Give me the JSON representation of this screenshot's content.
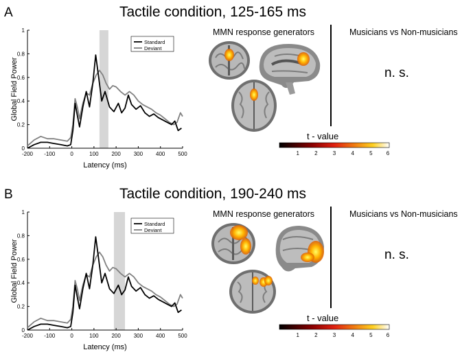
{
  "panels": [
    {
      "letter": "A",
      "title": "Tactile condition, 125-165 ms",
      "generators_label": "MMN response generators",
      "comparison_label": "Musicians vs Non-musicians",
      "result": "n. s.",
      "colorbar_title": "t - value",
      "colorbar_ticks": [
        "1",
        "2",
        "3",
        "4",
        "5",
        "6"
      ],
      "chart_data": {
        "type": "line",
        "ylabel": "Global Field Power",
        "xlabel": "Latency (ms)",
        "xlim": [
          -200,
          500
        ],
        "ylim": [
          0,
          1
        ],
        "xticks": [
          -200,
          -100,
          0,
          100,
          200,
          300,
          400,
          500
        ],
        "xtick_labels": [
          "-200",
          "-100",
          "0",
          "100",
          "200",
          "300",
          "400",
          "500"
        ],
        "yticks": [
          0,
          0.2,
          0.4,
          0.6,
          0.8,
          1
        ],
        "ytick_labels": [
          "0",
          "0.2",
          "0.4",
          "0.6",
          "0.8",
          "1"
        ],
        "window": [
          125,
          165
        ],
        "legend": [
          "Standard",
          "Deviant"
        ],
        "legend_position": "top-right",
        "series": [
          {
            "name": "Standard",
            "color": "#000000",
            "x": [
              -200,
              -170,
              -140,
              -110,
              -80,
              -50,
              -20,
              -5,
              5,
              15,
              25,
              35,
              50,
              65,
              80,
              95,
              108,
              120,
              135,
              150,
              170,
              190,
              210,
              225,
              240,
              255,
              270,
              290,
              310,
              330,
              350,
              370,
              390,
              410,
              430,
              450,
              465,
              480,
              495
            ],
            "y": [
              0.0,
              0.03,
              0.05,
              0.05,
              0.04,
              0.03,
              0.02,
              0.03,
              0.15,
              0.38,
              0.28,
              0.18,
              0.35,
              0.48,
              0.35,
              0.55,
              0.79,
              0.62,
              0.4,
              0.48,
              0.35,
              0.31,
              0.38,
              0.3,
              0.34,
              0.45,
              0.37,
              0.33,
              0.36,
              0.3,
              0.27,
              0.29,
              0.26,
              0.24,
              0.22,
              0.2,
              0.23,
              0.15,
              0.17
            ]
          },
          {
            "name": "Deviant",
            "color": "#808080",
            "x": [
              -200,
              -170,
              -140,
              -110,
              -80,
              -50,
              -20,
              -5,
              5,
              15,
              25,
              35,
              50,
              65,
              80,
              95,
              110,
              125,
              140,
              155,
              170,
              185,
              200,
              220,
              240,
              260,
              280,
              300,
              320,
              340,
              360,
              380,
              400,
              420,
              440,
              460,
              475,
              490,
              500
            ],
            "y": [
              0.02,
              0.07,
              0.1,
              0.08,
              0.08,
              0.07,
              0.06,
              0.09,
              0.2,
              0.42,
              0.35,
              0.25,
              0.38,
              0.47,
              0.45,
              0.55,
              0.62,
              0.66,
              0.62,
              0.55,
              0.5,
              0.53,
              0.52,
              0.48,
              0.45,
              0.48,
              0.45,
              0.4,
              0.37,
              0.35,
              0.33,
              0.3,
              0.28,
              0.25,
              0.22,
              0.2,
              0.22,
              0.3,
              0.27
            ]
          }
        ]
      }
    },
    {
      "letter": "B",
      "title": "Tactile condition, 190-240 ms",
      "generators_label": "MMN response generators",
      "comparison_label": "Musicians vs Non-musicians",
      "result": "n. s.",
      "colorbar_title": "t - value",
      "colorbar_ticks": [
        "1",
        "2",
        "3",
        "4",
        "5",
        "6"
      ],
      "chart_data": {
        "type": "line",
        "ylabel": "Global Field Power",
        "xlabel": "Latency (ms)",
        "xlim": [
          -200,
          500
        ],
        "ylim": [
          0,
          1
        ],
        "xticks": [
          -200,
          -100,
          0,
          100,
          200,
          300,
          400,
          500
        ],
        "xtick_labels": [
          "-200",
          "-100",
          "0",
          "100",
          "200",
          "300",
          "400",
          "500"
        ],
        "yticks": [
          0,
          0.2,
          0.4,
          0.6,
          0.8,
          1
        ],
        "ytick_labels": [
          "0",
          "0.2",
          "0.4",
          "0.6",
          "0.8",
          "1"
        ],
        "window": [
          190,
          240
        ],
        "legend": [
          "Standard",
          "Deviant"
        ],
        "legend_position": "top-right",
        "series": [
          {
            "name": "Standard",
            "color": "#000000",
            "x": [
              -200,
              -170,
              -140,
              -110,
              -80,
              -50,
              -20,
              -5,
              5,
              15,
              25,
              35,
              50,
              65,
              80,
              95,
              108,
              120,
              135,
              150,
              170,
              190,
              210,
              225,
              240,
              255,
              270,
              290,
              310,
              330,
              350,
              370,
              390,
              410,
              430,
              450,
              465,
              480,
              495
            ],
            "y": [
              0.0,
              0.03,
              0.05,
              0.05,
              0.04,
              0.03,
              0.02,
              0.03,
              0.15,
              0.38,
              0.28,
              0.18,
              0.35,
              0.48,
              0.35,
              0.55,
              0.79,
              0.62,
              0.4,
              0.48,
              0.35,
              0.31,
              0.38,
              0.3,
              0.34,
              0.45,
              0.37,
              0.33,
              0.36,
              0.3,
              0.27,
              0.29,
              0.26,
              0.24,
              0.22,
              0.2,
              0.23,
              0.15,
              0.17
            ]
          },
          {
            "name": "Deviant",
            "color": "#808080",
            "x": [
              -200,
              -170,
              -140,
              -110,
              -80,
              -50,
              -20,
              -5,
              5,
              15,
              25,
              35,
              50,
              65,
              80,
              95,
              110,
              125,
              140,
              155,
              170,
              185,
              200,
              220,
              240,
              260,
              280,
              300,
              320,
              340,
              360,
              380,
              400,
              420,
              440,
              460,
              475,
              490,
              500
            ],
            "y": [
              0.02,
              0.07,
              0.1,
              0.08,
              0.08,
              0.07,
              0.06,
              0.09,
              0.2,
              0.42,
              0.35,
              0.25,
              0.38,
              0.47,
              0.45,
              0.55,
              0.62,
              0.66,
              0.62,
              0.55,
              0.5,
              0.53,
              0.52,
              0.48,
              0.45,
              0.48,
              0.45,
              0.4,
              0.37,
              0.35,
              0.33,
              0.3,
              0.28,
              0.25,
              0.22,
              0.2,
              0.22,
              0.3,
              0.27
            ]
          }
        ]
      }
    }
  ]
}
